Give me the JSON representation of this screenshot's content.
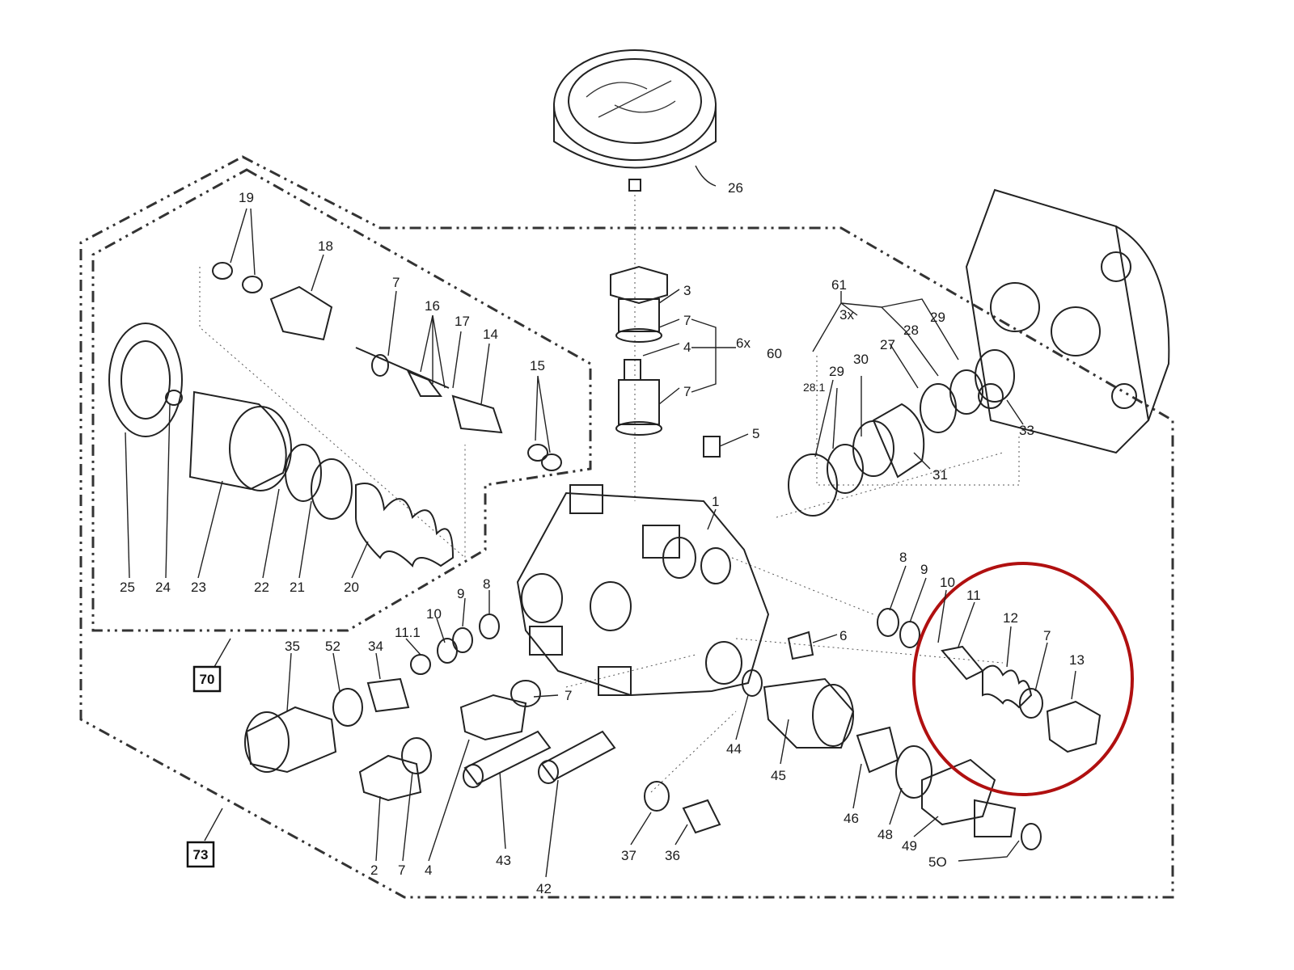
{
  "diagram": {
    "highlight_color": "#b01010",
    "labels": {
      "l26": "26",
      "l19": "19",
      "l18": "18",
      "l7a": "7",
      "l16": "16",
      "l17": "17",
      "l14": "14",
      "l15": "15",
      "l3": "3",
      "l7b": "7",
      "l4": "4",
      "l6x": "6x",
      "l60": "60",
      "l7c": "7",
      "l5": "5",
      "l1": "1",
      "l61": "61",
      "l3x": "3x",
      "l29a": "29",
      "l28": "28",
      "l27": "27",
      "l281": "28.1",
      "l29b": "29",
      "l30": "30",
      "l31": "31",
      "l33": "33",
      "l25": "25",
      "l24": "24",
      "l23": "23",
      "l22": "22",
      "l21": "21",
      "l20": "20",
      "l35": "35",
      "l52": "52",
      "l34": "34",
      "l111": "11.1",
      "l10a": "10",
      "l9a": "9",
      "l8a": "8",
      "l6": "6",
      "l8b": "8",
      "l9b": "9",
      "l10b": "10",
      "l11": "11",
      "l12": "12",
      "l7d": "7",
      "l13": "13",
      "l7e": "7",
      "l44": "44",
      "l45": "45",
      "l46": "46",
      "l48": "48",
      "l49": "49",
      "l50": "5O",
      "l2": "2",
      "l7f": "7",
      "l4b": "4",
      "l43": "43",
      "l42": "42",
      "l37": "37",
      "l36": "36"
    },
    "boxes": {
      "b70": "70",
      "b73": "73"
    }
  }
}
